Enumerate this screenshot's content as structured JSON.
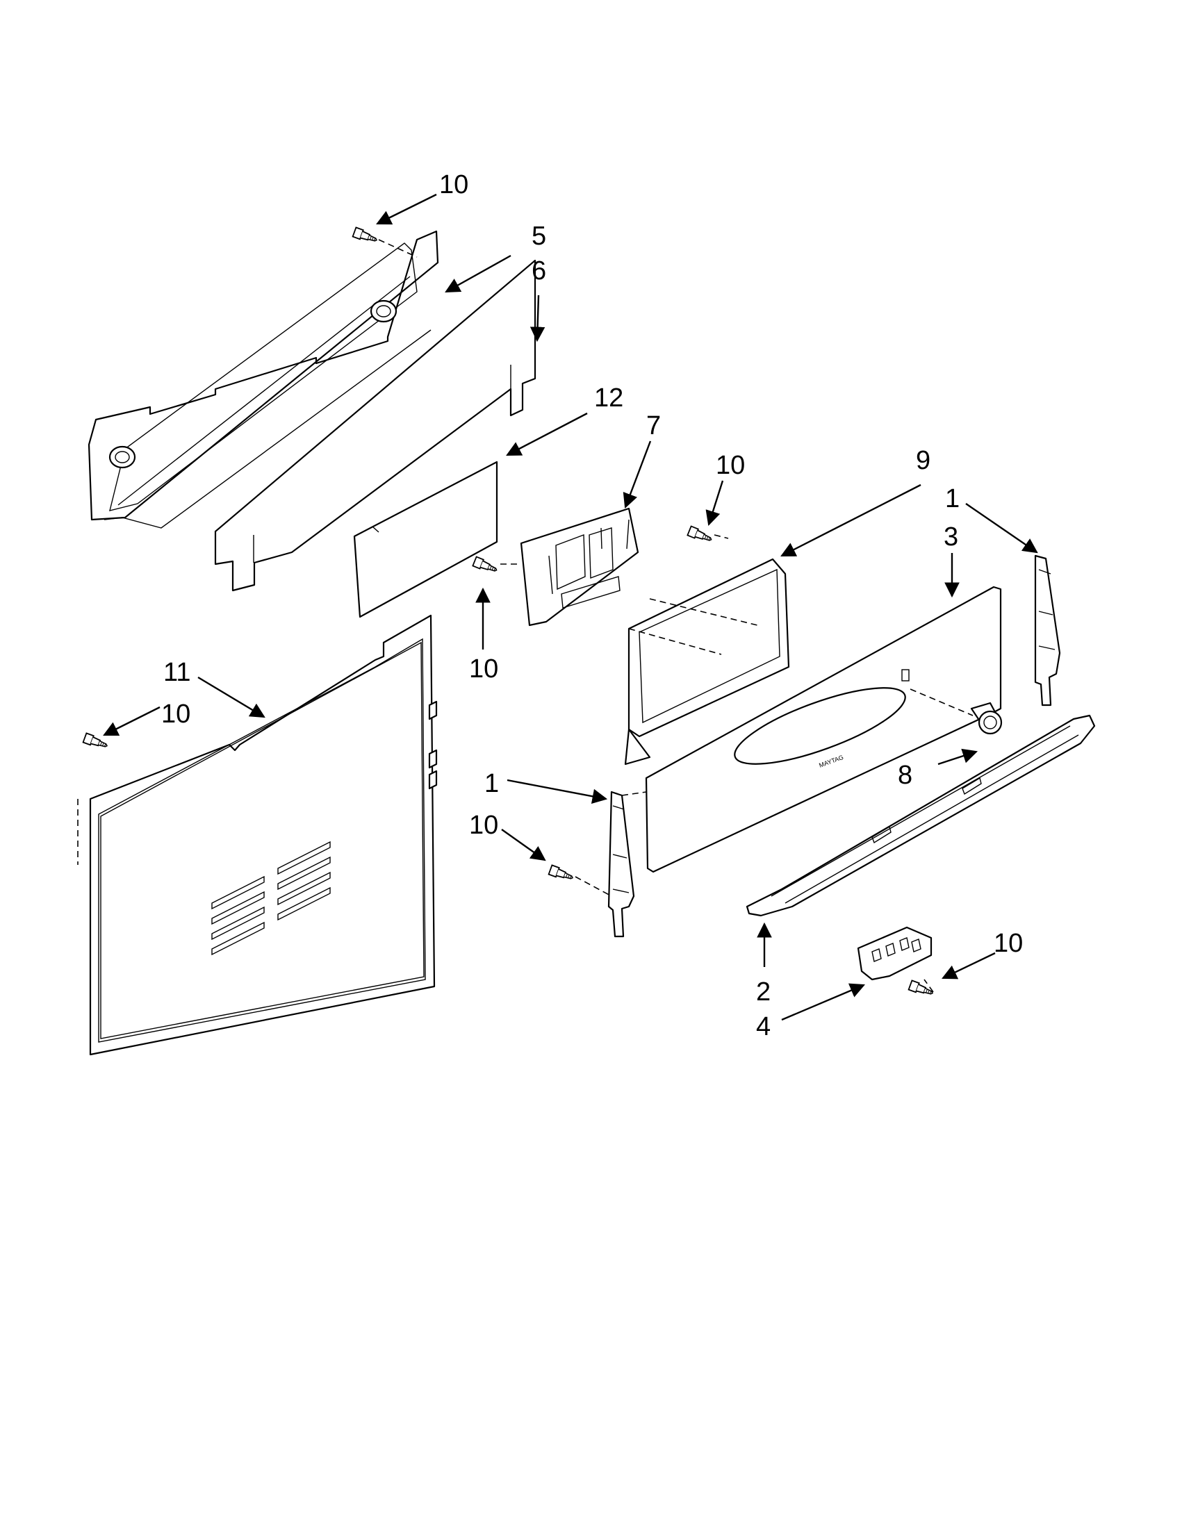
{
  "callouts": {
    "c10_top": "10",
    "c5": "5",
    "c6": "6",
    "c12": "12",
    "c7": "7",
    "c10_mid": "10",
    "c9": "9",
    "c1_right": "1",
    "c3": "3",
    "c10_below7": "10",
    "c11": "11",
    "c10_left": "10",
    "c8": "8",
    "c1_left": "1",
    "c10_lower": "10",
    "c10_bottom": "10",
    "c2": "2",
    "c4": "4"
  }
}
